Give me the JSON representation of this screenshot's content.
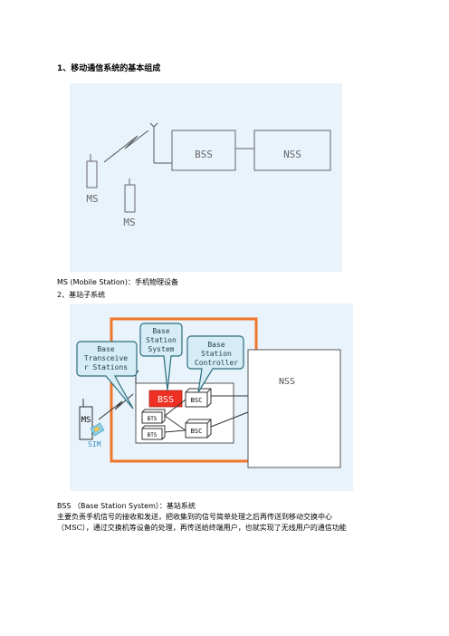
{
  "section1": {
    "heading": "1、移动通信系统的基本组成",
    "diagram": {
      "bss_label": "BSS",
      "nss_label": "NSS",
      "ms1_label": "MS",
      "ms2_label": "MS"
    },
    "caption": "MS (Mobile Station)：手机物理设备"
  },
  "section2": {
    "heading": "2、基站子系统",
    "diagram": {
      "callout_bts_line1": "Base",
      "callout_bts_line2": "Transceive",
      "callout_bts_line3": "r Stations",
      "callout_bss_line1": "Base",
      "callout_bss_line2": "Station",
      "callout_bss_line3": "System",
      "callout_bsc_line1": "Base",
      "callout_bsc_line2": "Station",
      "callout_bsc_line3": "Controller",
      "bss_label": "BSS",
      "bsc_top": "BSC",
      "bsc_bottom": "BSC",
      "bts_top": "BTS",
      "bts_bottom": "BTS",
      "nss_label": "NSS",
      "ms_label": "MS",
      "sim_label": "SIM"
    },
    "caption": "BSS （Base Station System）：基站系统",
    "body_line1": "主要负责手机信号的接收和发送，把收集到的信号简单处理之后再传送到移动交换中心",
    "body_line2": "（MSC），通过交换机等设备的处理，再传送给终端用户，也就实现了无线用户的通信功能"
  },
  "colors": {
    "diagram_bg": "#e9f3fb",
    "orange": "#f0762a",
    "red": "#ee3124",
    "callout_fill": "#d6ecf6",
    "callout_border": "#2c6f7e",
    "gray_line": "#555555"
  }
}
